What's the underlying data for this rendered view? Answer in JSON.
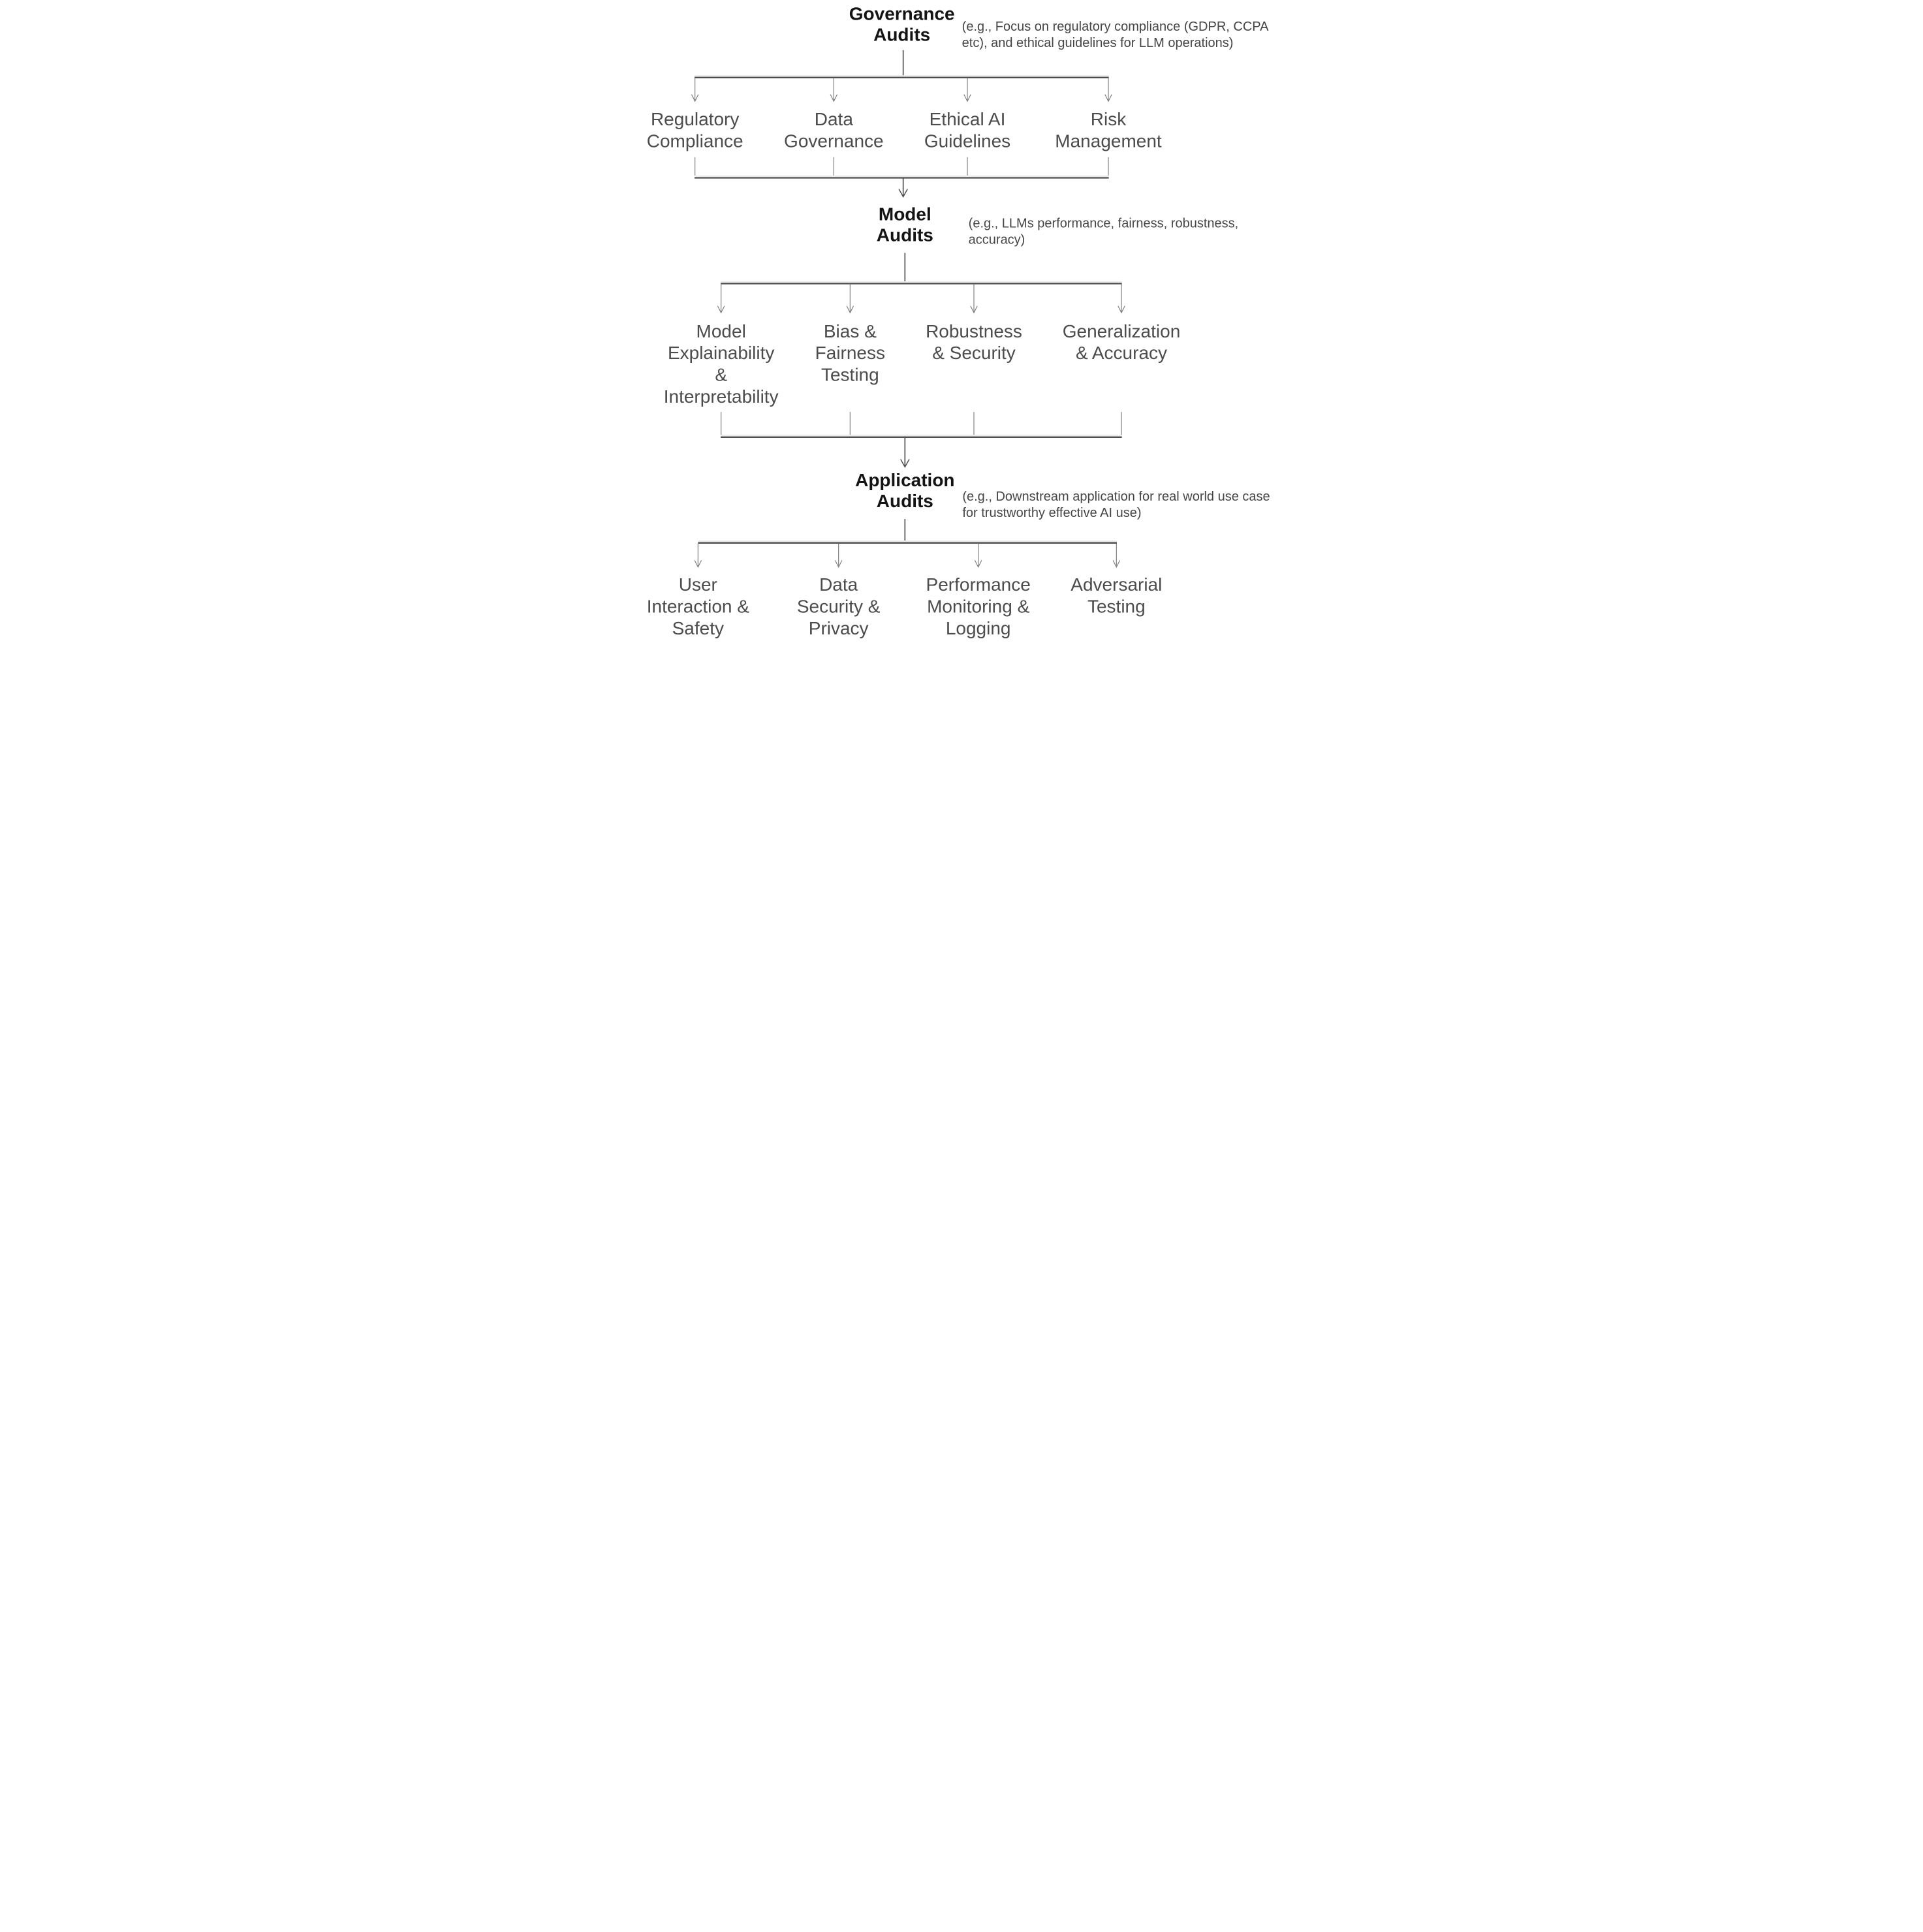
{
  "diagram": {
    "type": "flowchart",
    "background_color": "#ffffff",
    "title_color": "#141414",
    "label_color": "#4c4c4c",
    "annotation_color": "#454545",
    "connector_color": "#7d7d7d",
    "bar_color": "#4d4d4d",
    "levels": [
      {
        "title": [
          "Governance",
          "Audits"
        ],
        "annotation": [
          "(e.g., Focus on regulatory compliance (GDPR, CCPA",
          "etc), and ethical guidelines for LLM operations)"
        ],
        "children": [
          {
            "lines": [
              "Regulatory",
              "Compliance"
            ]
          },
          {
            "lines": [
              "Data",
              "Governance"
            ]
          },
          {
            "lines": [
              "Ethical AI",
              "Guidelines"
            ]
          },
          {
            "lines": [
              "Risk",
              "Management"
            ]
          }
        ]
      },
      {
        "title": [
          "Model",
          "Audits"
        ],
        "annotation": [
          "(e.g., LLMs performance, fairness, robustness,",
          "accuracy)"
        ],
        "children": [
          {
            "lines": [
              "Model",
              "Explainability",
              "&",
              "Interpretability"
            ]
          },
          {
            "lines": [
              "Bias &",
              "Fairness",
              "Testing"
            ]
          },
          {
            "lines": [
              "Robustness",
              "& Security"
            ]
          },
          {
            "lines": [
              "Generalization",
              "& Accuracy"
            ]
          }
        ]
      },
      {
        "title": [
          "Application",
          "Audits"
        ],
        "annotation": [
          "(e.g., Downstream application for real world use case",
          "for trustworthy effective AI use)"
        ],
        "children": [
          {
            "lines": [
              "User",
              "Interaction &",
              "Safety"
            ]
          },
          {
            "lines": [
              "Data",
              "Security &",
              "Privacy"
            ]
          },
          {
            "lines": [
              "Performance",
              "Monitoring &",
              "Logging"
            ]
          },
          {
            "lines": [
              "Adversarial",
              "Testing"
            ]
          }
        ]
      }
    ]
  }
}
